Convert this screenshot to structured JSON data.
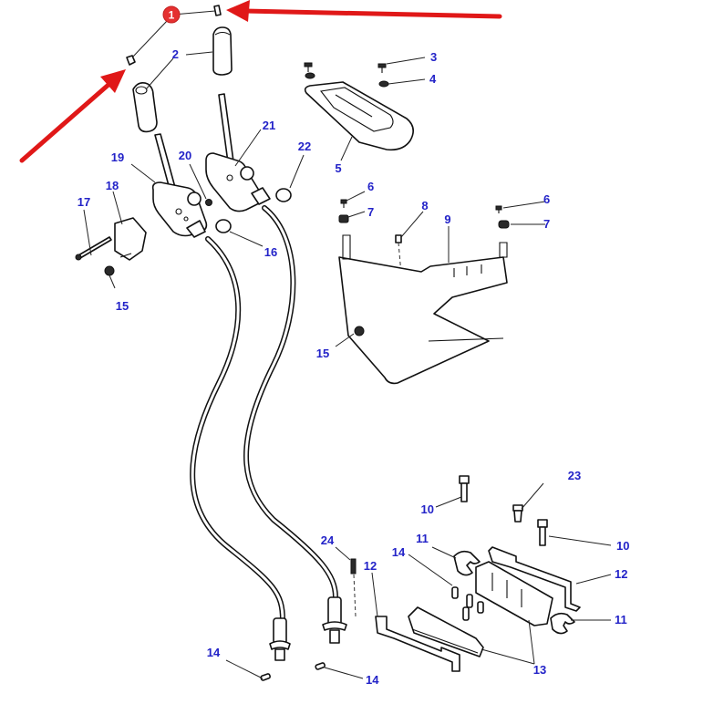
{
  "diagram": {
    "type": "exploded-parts-diagram",
    "subject": "Control lever and cable assembly",
    "highlight": {
      "badge_number": "1",
      "badge_color": "#e53030",
      "arrow_color": "#e01818",
      "pointers": [
        "arrow-to-part-1-left",
        "arrow-to-part-1-right"
      ]
    },
    "label_color": "#2323c8",
    "callouts": [
      {
        "id": "c2",
        "number": "2"
      },
      {
        "id": "c3",
        "number": "3"
      },
      {
        "id": "c4",
        "number": "4"
      },
      {
        "id": "c5",
        "number": "5"
      },
      {
        "id": "c6a",
        "number": "6"
      },
      {
        "id": "c6b",
        "number": "6"
      },
      {
        "id": "c7a",
        "number": "7"
      },
      {
        "id": "c7b",
        "number": "7"
      },
      {
        "id": "c8",
        "number": "8"
      },
      {
        "id": "c9",
        "number": "9"
      },
      {
        "id": "c10a",
        "number": "10"
      },
      {
        "id": "c10b",
        "number": "10"
      },
      {
        "id": "c11a",
        "number": "11"
      },
      {
        "id": "c11b",
        "number": "11"
      },
      {
        "id": "c12a",
        "number": "12"
      },
      {
        "id": "c12b",
        "number": "12"
      },
      {
        "id": "c13",
        "number": "13"
      },
      {
        "id": "c14a",
        "number": "14"
      },
      {
        "id": "c14b",
        "number": "14"
      },
      {
        "id": "c14c",
        "number": "14"
      },
      {
        "id": "c15a",
        "number": "15"
      },
      {
        "id": "c15b",
        "number": "15"
      },
      {
        "id": "c16",
        "number": "16"
      },
      {
        "id": "c17",
        "number": "17"
      },
      {
        "id": "c18",
        "number": "18"
      },
      {
        "id": "c19",
        "number": "19"
      },
      {
        "id": "c20",
        "number": "20"
      },
      {
        "id": "c21",
        "number": "21"
      },
      {
        "id": "c22",
        "number": "22"
      },
      {
        "id": "c23",
        "number": "23"
      },
      {
        "id": "c24",
        "number": "24"
      }
    ]
  }
}
